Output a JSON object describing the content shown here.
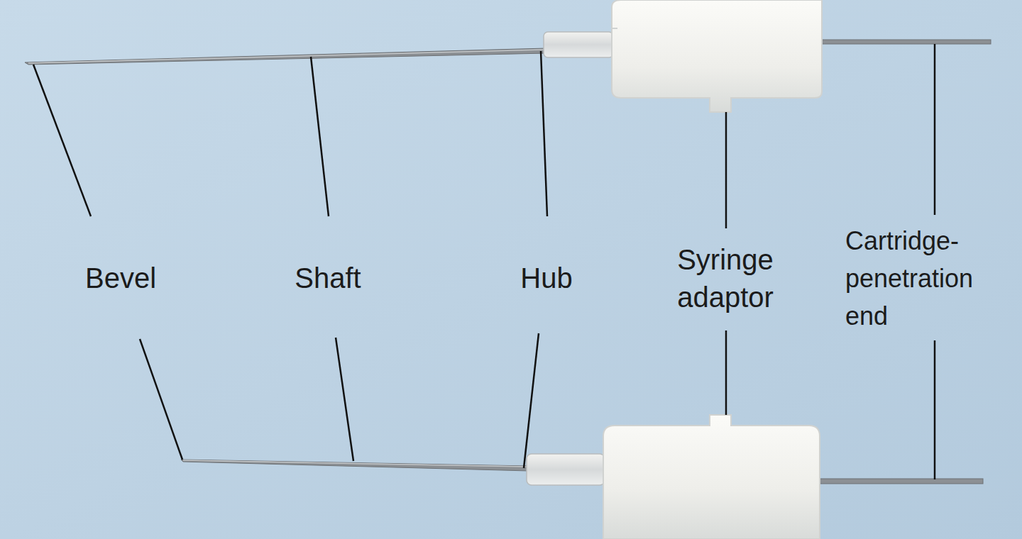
{
  "diagram": {
    "labels": [
      "Bevel",
      "Shaft",
      "Hub",
      "Syringe adaptor",
      "Cartridge-penetration end"
    ]
  }
}
